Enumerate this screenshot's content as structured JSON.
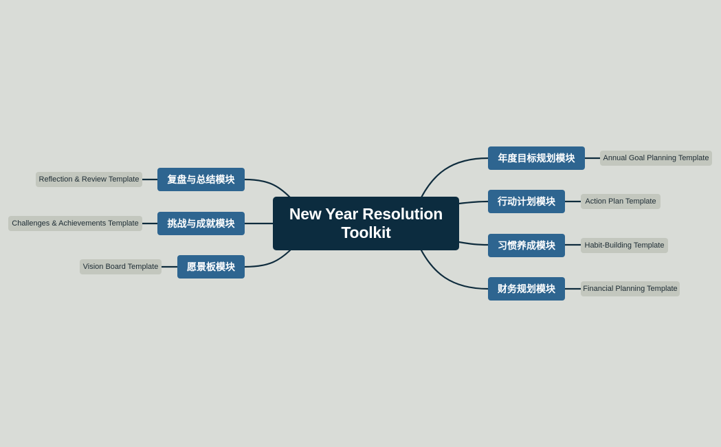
{
  "mindmap": {
    "root": {
      "line1": "New Year Resolution",
      "line2": "Toolkit"
    },
    "right": [
      {
        "topic": "年度目标规划模块",
        "subtopic": "Annual Goal Planning Template"
      },
      {
        "topic": "行动计划模块",
        "subtopic": "Action Plan Template"
      },
      {
        "topic": "习惯养成模块",
        "subtopic": "Habit-Building Template"
      },
      {
        "topic": "财务规划模块",
        "subtopic": "Financial Planning Template"
      }
    ],
    "left": [
      {
        "topic": "复盘与总结模块",
        "subtopic": "Reflection & Review Template"
      },
      {
        "topic": "挑战与成就模块",
        "subtopic": "Challenges & Achievements Template"
      },
      {
        "topic": "愿景板模块",
        "subtopic": "Vision Board Template"
      }
    ],
    "colors": {
      "background": "#d9dcd7",
      "root": "#0c2c3f",
      "branch": "#2e6590",
      "leaf": "#c3c7be",
      "connector": "#0f2c3d"
    }
  }
}
